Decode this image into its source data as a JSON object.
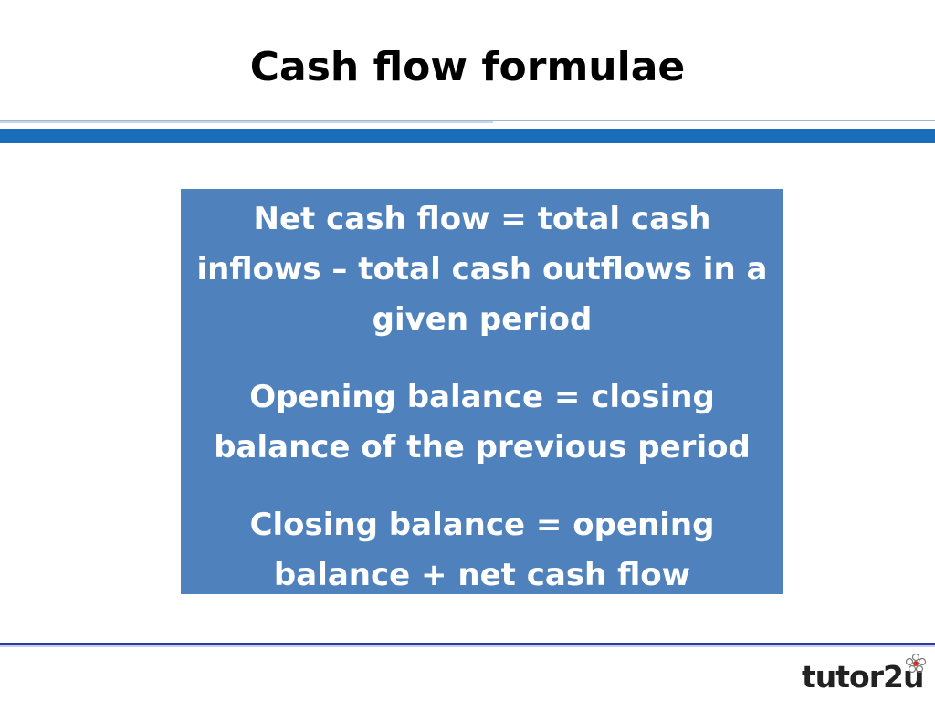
{
  "slide": {
    "title": "Cash flow formulae",
    "formulas": [
      "Net cash flow = total cash inflows – total cash outflows in a given period",
      "Opening balance = closing balance of the previous period",
      "Closing balance = opening balance + net cash flow"
    ]
  },
  "logo": {
    "text": "tutor2u",
    "icon": "flower-icon"
  },
  "colors": {
    "box": "#4f81bd",
    "header_bar": "#1a6eb9",
    "footer_rule": "#2b3aa6",
    "text_on_box": "#ffffff"
  }
}
